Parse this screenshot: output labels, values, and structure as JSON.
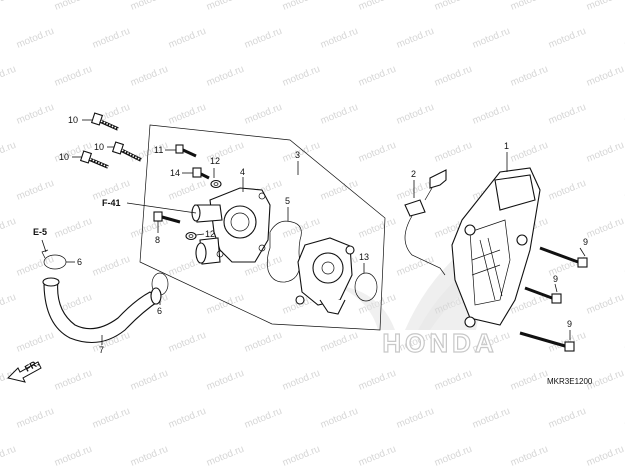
{
  "callouts": {
    "c1": "1",
    "c2": "2",
    "c3": "3",
    "c4": "4",
    "c5": "5",
    "c6a": "6",
    "c6b": "6",
    "c7": "7",
    "c8": "8",
    "c9a": "9",
    "c9b": "9",
    "c9c": "9",
    "c10a": "10",
    "c10b": "10",
    "c10c": "10",
    "c11": "11",
    "c12a": "12",
    "c12b": "12",
    "c13": "13",
    "c14": "14"
  },
  "refs": {
    "f41": "F-41",
    "e5": "E-5",
    "fr": "FR."
  },
  "brand": {
    "logo_text": "HONDA"
  },
  "watermark": {
    "text": "motod.ru"
  },
  "diagram_code": "MKR3E1200"
}
